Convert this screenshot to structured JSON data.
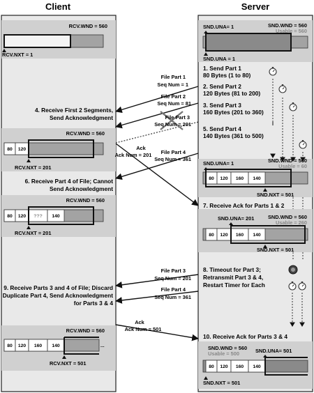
{
  "headers": {
    "client": "Client",
    "server": "Server"
  },
  "client": {
    "rcv_wnd": "RCV.WND = 560",
    "rcv_nxt_1": "RCV.NXT = 1",
    "rcv_nxt_201": "RCV.NXT = 201",
    "rcv_nxt_501": "RCV.NXT = 501",
    "step4": [
      "4. Receive First 2 Segments,",
      "Send Acknowledgment"
    ],
    "step6": [
      "6. Receive Part 4 of File; Cannot",
      "Send Acknowledgment"
    ],
    "step9": [
      "9. Receive Parts 3 and 4 of File; Discard",
      "Duplicate Part 4, Send Acknowledgment",
      "for Parts 3 & 4"
    ],
    "cells_a": [
      "80",
      "120"
    ],
    "cells_b": [
      "80",
      "120",
      "???",
      "140"
    ],
    "cells_c": [
      "80",
      "120",
      "160",
      "140"
    ],
    "ellipsis": "..."
  },
  "server": {
    "snd_una_1": "SND.UNA= 1",
    "snd_una_1b": "SND.UNA = 1",
    "snd_una_201": "SND.UNA= 201",
    "snd_una_501": "SND.UNA= 501",
    "snd_wnd": "SND.WND = 560",
    "usable_560": "Usable = 560",
    "usable_60": "Usable = 60",
    "usable_260": "Usable = 260",
    "usable_500": "Usable = 500",
    "snd_nxt_501": "SND.NXT = 501",
    "step1": [
      "1. Send Part 1",
      "80 Bytes (1 to 80)"
    ],
    "step2": [
      "2. Send Part 2",
      "120 Bytes (81 to 200)"
    ],
    "step3": [
      "3. Send Part 3",
      "160 Bytes (201 to 360)"
    ],
    "step5": [
      "5. Send Part 4",
      "140 Bytes (361 to 500)"
    ],
    "step7": "7. Receive Ack for Parts 1 & 2",
    "step8": [
      "8. Timeout for Part 3;",
      "Retransmit Part 3 & 4,",
      "Restart Timer for Each"
    ],
    "step10": "10. Receive Ack for Parts 3 & 4",
    "cells": [
      "80",
      "120",
      "160",
      "140"
    ]
  },
  "messages": {
    "fp1": [
      "File Part 1",
      "Seq Num = 1"
    ],
    "fp2": [
      "File Part 2",
      "Seq Num = 81"
    ],
    "fp3": [
      "File Part 3",
      "Seq Num = 201"
    ],
    "fp4": [
      "File Part 4",
      "Seq Num = 361"
    ],
    "ack201": [
      "Ack",
      "Ack Num = 201"
    ],
    "fp3r": [
      "File Part 3",
      "Seq Num = 201"
    ],
    "fp4r": [
      "File Part 4",
      "Seq Num = 361"
    ],
    "ack501": [
      "Ack",
      "Ack Num = 501"
    ]
  }
}
